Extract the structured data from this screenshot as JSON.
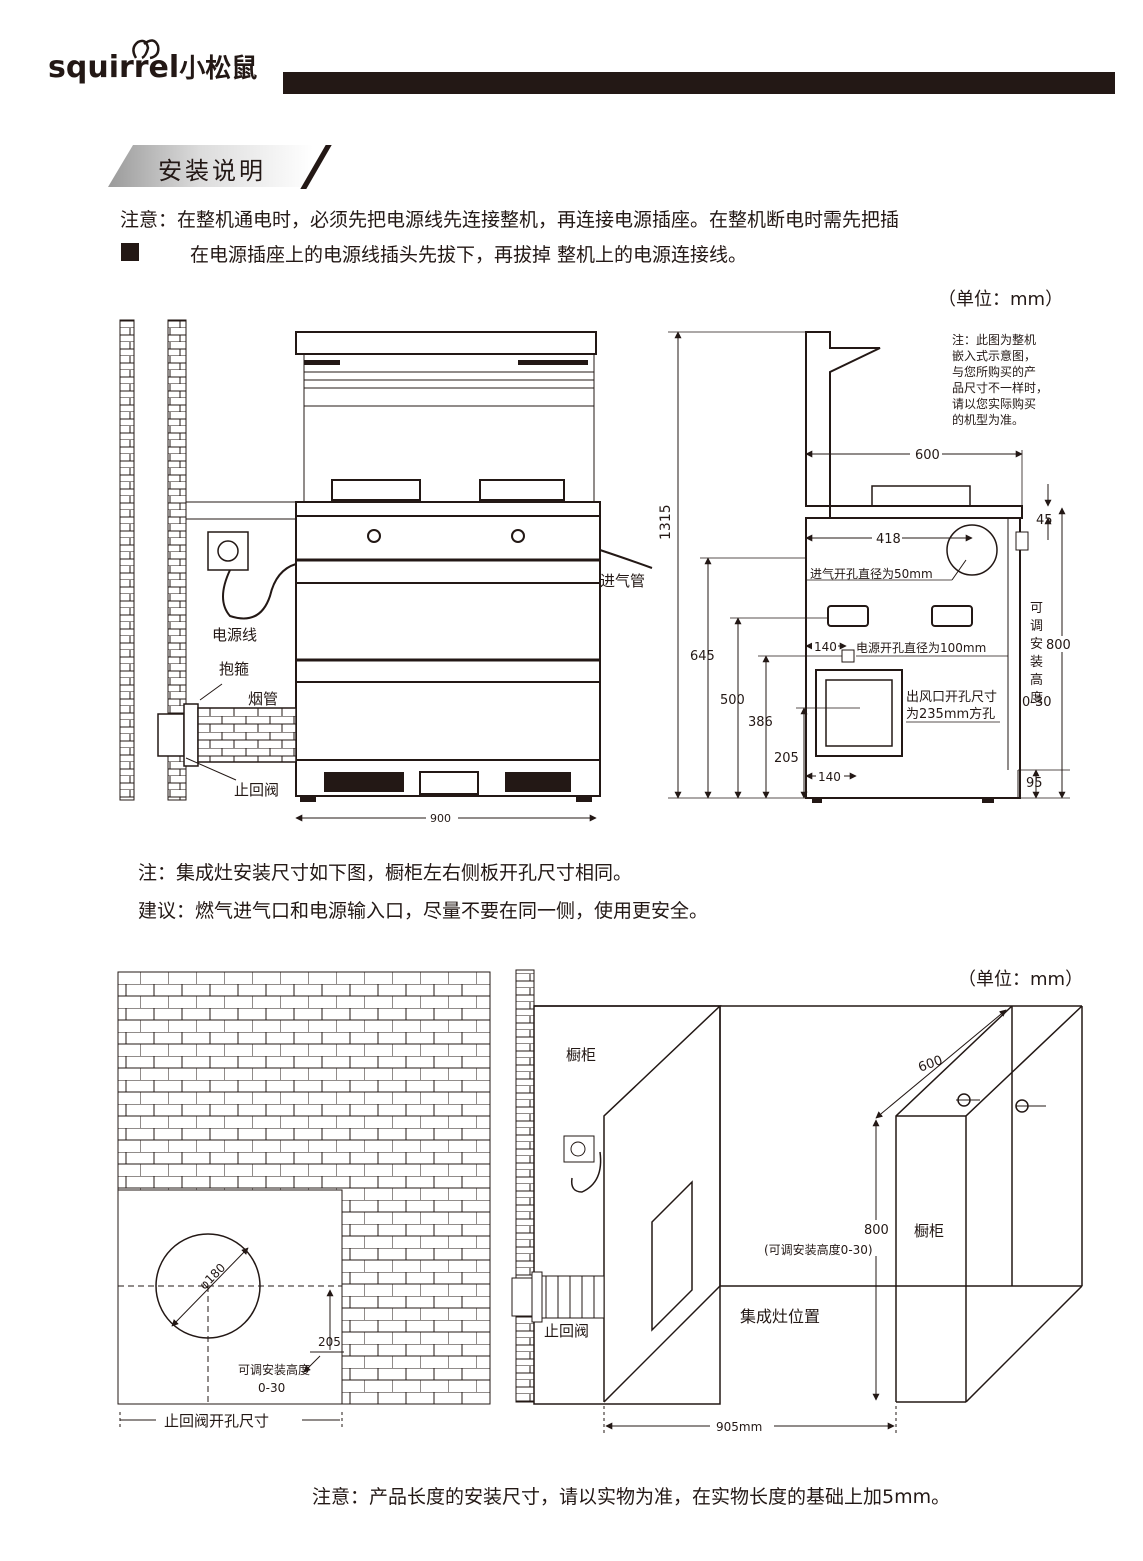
{
  "brand": {
    "name_latin": "squirrel",
    "name_cn": "小松鼠"
  },
  "section_title": "安装说明",
  "notes": {
    "power_note_line1": "注意：在整机通电时，必须先把电源线先连接整机，再连接电源插座。在整机断电时需先把插",
    "power_note_line2": "在电源插座上的电源线插头先拔下，再拔掉 整机上的电源连接线。",
    "install_note": "注：集成灶安装尺寸如下图，橱柜左右侧板开孔尺寸相同。",
    "suggest_note": "建议：燃气进气口和电源输入口，尽量不要在同一侧，使用更安全。",
    "length_note": "注意：产品长度的安装尺寸，请以实物为准，在实物长度的基础上加5mm。"
  },
  "unit_label": "（单位：mm）",
  "front_view": {
    "gas_inlet": "进气管",
    "power_cord": "电源线",
    "clamp": "抱箍",
    "flue_pipe": "烟管",
    "check_valve": "止回阀",
    "height_1315": "1315",
    "width_900": "900"
  },
  "side_view": {
    "side_note": [
      "注：此图为整机",
      "嵌入式示意图，",
      "与您所购买的产",
      "品尺寸不一样时，",
      "请以您实际购买",
      "的机型为准。"
    ],
    "depth_600": "600",
    "dim_45": "45",
    "dim_418": "418",
    "gas_hole": "进气开孔直径为50mm",
    "dim_140a": "140",
    "power_hole": "电源开孔直径为100mm",
    "adjustable_height": [
      "可",
      "调",
      "安",
      "装",
      "高",
      "度",
      "0-30"
    ],
    "dim_800": "800",
    "dim_645": "645",
    "dim_500": "500",
    "dim_386": "386",
    "dim_205": "205",
    "outlet_hole": [
      "出风口开孔尺寸",
      "为235mm方孔"
    ],
    "dim_140b": "140",
    "dim_95": "95"
  },
  "wall_view": {
    "diameter": "φ180",
    "dim_205": "205",
    "adjust_text": "可调安装高度",
    "adjust_range": "0-30",
    "valve_hole_size": "止回阀开孔尺寸"
  },
  "cabinet_view": {
    "cabinet_left": "橱柜",
    "cabinet_right": "橱柜",
    "depth_600": "600",
    "height_800": "800",
    "height_note": "(可调安装高度0-30)",
    "stove_position": "集成灶位置",
    "check_valve": "止回阀",
    "width_905": "905mm"
  }
}
